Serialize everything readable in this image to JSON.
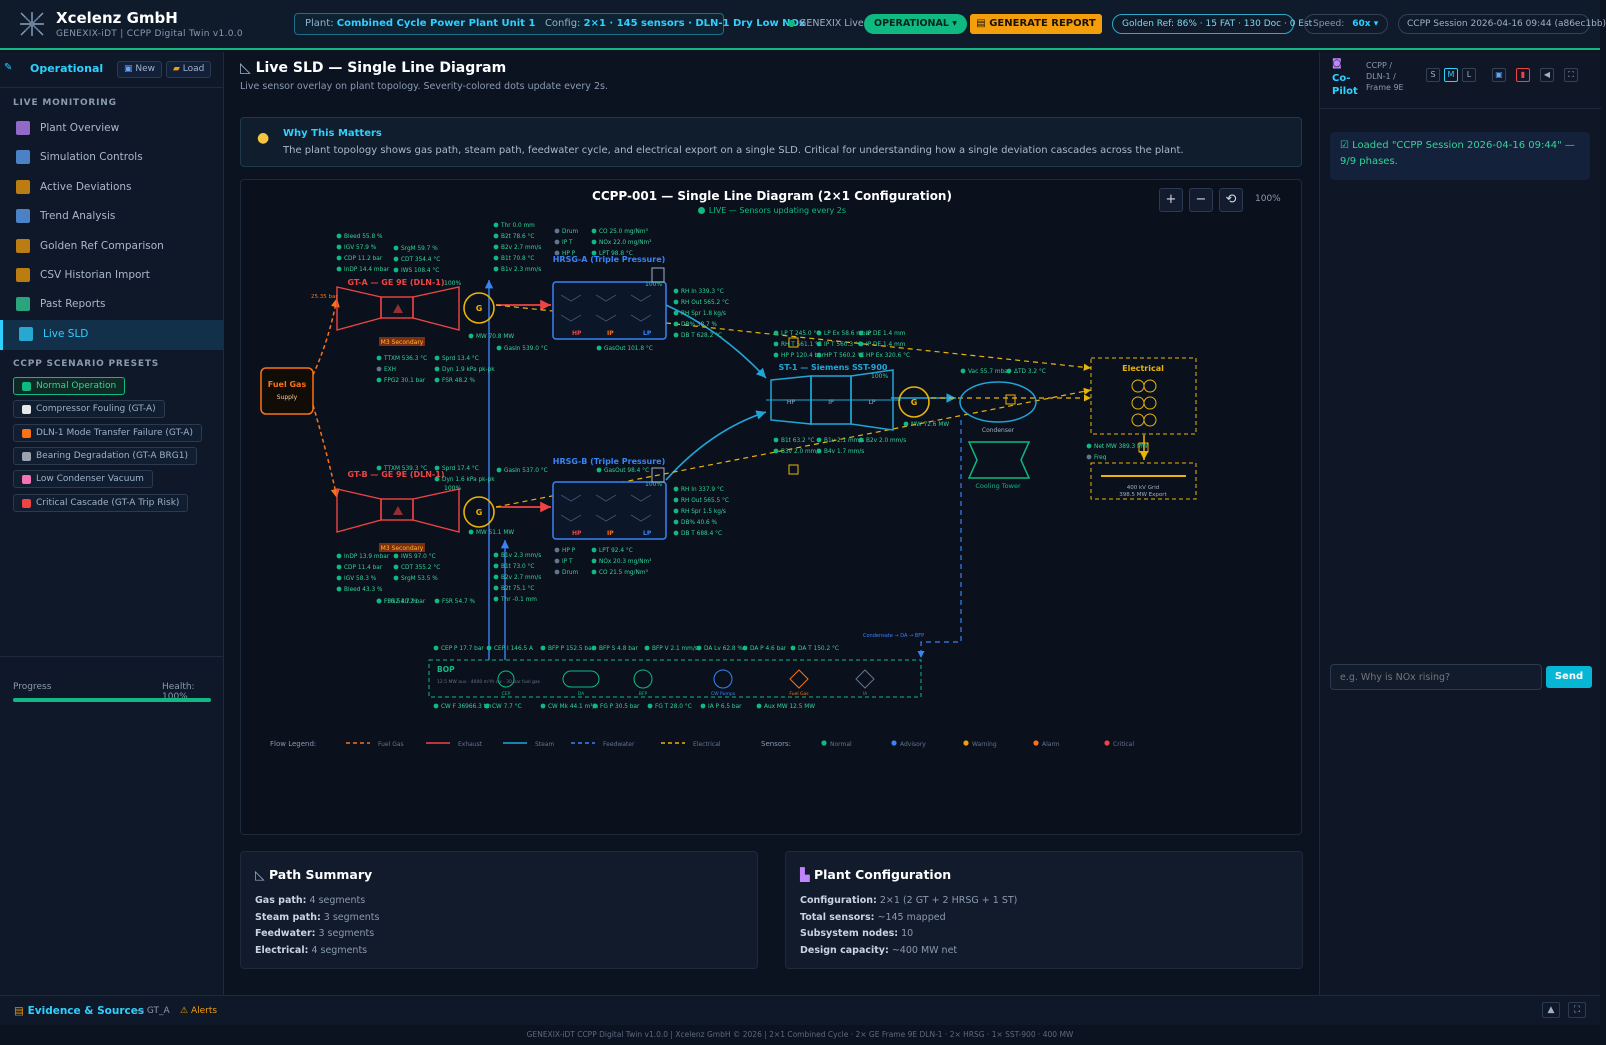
{
  "header": {
    "title": "Xcelenz GmbH",
    "subtitle": "GENEXIX-iDT | CCPP Digital Twin v1.0.0",
    "plant_label": "Plant:",
    "plant_value": "Combined Cycle Power Plant Unit 1",
    "config_label": "Config:",
    "config_value": "2×1 · 145 sensors · DLN-1 Dry Low NOx",
    "live_label": "GENEXIX Live",
    "status_badge": "OPERATIONAL ▾",
    "generate_report": "GENERATE REPORT",
    "golden_ref": "Golden Ref: 86% · 15 FAT · 130 Doc · 0 Est",
    "speed_label": "Speed:",
    "speed_value": "60x ▾",
    "session": "CCPP Session 2026-04-16 09:44 (a86ec1bb)"
  },
  "sidebar": {
    "mode": "Operational",
    "new_label": "New",
    "load_label": "Load",
    "live_section": "LIVE MONITORING",
    "items": [
      {
        "label": "Plant Overview",
        "icon": "factory-icon",
        "color": "#c084fc"
      },
      {
        "label": "Simulation Controls",
        "icon": "grid-icon",
        "color": "#60a5fa"
      },
      {
        "label": "Active Deviations",
        "icon": "warning-icon",
        "color": "#f59e0b"
      },
      {
        "label": "Trend Analysis",
        "icon": "trend-icon",
        "color": "#60a5fa"
      },
      {
        "label": "Golden Ref Comparison",
        "icon": "scale-icon",
        "color": "#f59e0b"
      },
      {
        "label": "CSV Historian Import",
        "icon": "folder-icon",
        "color": "#f59e0b"
      },
      {
        "label": "Past Reports",
        "icon": "report-icon",
        "color": "#34d399"
      },
      {
        "label": "Live SLD",
        "icon": "triangle-ruler-icon",
        "color": "#2fd0ff"
      }
    ],
    "presets_section": "CCPP SCENARIO PRESETS",
    "presets": [
      {
        "label": "Normal Operation",
        "color": "#10b981"
      },
      {
        "label": "Compressor Fouling (GT-A)",
        "color": "#e5e7eb"
      },
      {
        "label": "DLN-1 Mode Transfer Failure (GT-A)",
        "color": "#f97316"
      },
      {
        "label": "Bearing Degradation (GT-A BRG1)",
        "color": "#9ca3af"
      },
      {
        "label": "Low Condenser Vacuum",
        "color": "#f472b6"
      },
      {
        "label": "Critical Cascade (GT-A Trip Risk)",
        "color": "#ef4444"
      }
    ],
    "progress_label": "Progress",
    "health_label": "Health: 100%"
  },
  "main": {
    "title": "Live SLD — Single Line Diagram",
    "subtitle": "Live sensor overlay on plant topology. Severity-colored dots update every 2s.",
    "why_title": "Why This Matters",
    "why_text": "The plant topology shows gas path, steam path, feedwater cycle, and electrical export on a single SLD. Critical for understanding how a single deviation cascades across the plant.",
    "diagram_title": "CCPP-001 — Single Line Diagram (2×1 Configuration)",
    "diagram_live": "LIVE — Sensors updating every 2s",
    "zoom_in": "+",
    "zoom_out": "−",
    "zoom_reset": "⟲",
    "zoom_level": "100%"
  },
  "diagram": {
    "fuel_gas": "Fuel Gas",
    "fuel_supply": "Supply",
    "gta_label": "GT-A — GE 9E (DLN-1)",
    "gtb_label": "GT-B — GE 9E (DLN-1)",
    "m3": "M3 Secondary",
    "gen": "G",
    "hrsga_label": "HRSG-A (Triple Pressure)",
    "hrsgb_label": "HRSG-B (Triple Pressure)",
    "st_label": "ST-1 — Siemens SST-900",
    "hp": "HP",
    "ip": "IP",
    "lp": "LP",
    "condenser": "Condenser",
    "cooling_tower": "Cooling Tower",
    "electrical": "Electrical",
    "grid1": "400 kV Grid",
    "grid2": "398.5 MW Export",
    "bop": "BOP",
    "pct100": "100%",
    "gta_top": [
      "Bleed 55.8 %",
      "IGV 57.9 %",
      "CDP 11.2 bar",
      "InDP 14.4 mbar"
    ],
    "gta_top2": [
      "SrgM 59.7 %",
      "CDT 354.4 °C",
      "IWS 108.4 °C"
    ],
    "gta_bottom": [
      "TTXM 536.3 °C",
      "EXH",
      "FPG2 30.1 bar"
    ],
    "gta_bottom2": [
      "Sprd 13.4 °C",
      "Dyn 1.9 kPa pk-pk",
      "FSR 48.2 %"
    ],
    "gta_mw": "MW 70.8 MW",
    "gtb_top": [
      "TTXM 539.3 °C"
    ],
    "gtb_top2": [
      "Sprd 17.4 °C",
      "Dyn 1.6 kPa pk-pk"
    ],
    "gtb_bottom": [
      "InDP 13.9 mbar",
      "CDP 11.4 bar",
      "IGV 58.3 %",
      "Bleed 43.3 %"
    ],
    "gtb_bottom2": [
      "IWS 97.0 °C",
      "CDT 355.2 °C",
      "SrgM 53.5 %"
    ],
    "gtb_bottom3": [
      "FPG2 30.2 bar",
      "FSR 54.7 %"
    ],
    "gtb_mw": "MW 51.1 MW",
    "hrsga_top": [
      "Thr 0.0 mm",
      "B2t 78.6 °C",
      "B2v 2.7 mm/s",
      "B1t 70.8 °C",
      "B1v 2.3 mm/s"
    ],
    "hrsga_drum": [
      "Drum",
      "IP T",
      "HP P"
    ],
    "hrsga_em": [
      "CO 25.0 mg/Nm³",
      "NOx 22.0 mg/Nm³",
      "LPT 98.8 °C"
    ],
    "hrsga_right": [
      "RH In 339.3 °C",
      "RH Out 565.2 °C",
      "RH Spr 1.8 kg/s",
      "DB% 38.7 %",
      "DB T 628.2 °C"
    ],
    "hrsga_gasin": "GasIn 539.0 °C",
    "hrsga_gasout": "GasOut 101.8 °C",
    "hrsgb_gasin": "GasIn 537.0 °C",
    "hrsgb_gasout": "GasOut 98.4 °C",
    "hrsgb_right": [
      "RH In 337.9 °C",
      "RH Out 565.5 °C",
      "RH Spr 1.5 kg/s",
      "DB% 40.6 %",
      "DB T 688.4 °C"
    ],
    "hrsgb_drum": [
      "HP P",
      "IP T",
      "Drum"
    ],
    "hrsgb_em": [
      "LPT 92.4 °C",
      "NOx 20.3 mg/Nm³",
      "CO 21.5 mg/Nm³"
    ],
    "hrsgb_bot": [
      "B1v 2.3 mm/s",
      "B1t 73.0 °C",
      "B2v 2.7 mm/s",
      "B2t 75.1 °C",
      "Thr -0.1 mm"
    ],
    "st_top": [
      "LP T 245.0 °C",
      "RH T 561.1 °C",
      "HP P 120.4 bar"
    ],
    "st_top2": [
      "LP Ex 58.6 mbar",
      "IP T 560.3 °C",
      "HP T 560.2 °C"
    ],
    "st_top3": [
      "IP DE 1.4 mm",
      "HP Ex 320.6 °C"
    ],
    "st_bot": [
      "B1t 63.2 °C",
      "B3v 2.0 mm/s"
    ],
    "st_bot2": [
      "B1v 2.1 mm/s",
      "B4v 1.7 mm/s"
    ],
    "st_bot3": [
      "B2v 2.0 mm/s"
    ],
    "st_mw": "MW 72.6 MW",
    "cond": [
      "Vac 55.7 mbar",
      "ΔTD 3.2 °C"
    ],
    "elec": [
      "Net MW 389.3 MW",
      "Freq"
    ],
    "bop_top": [
      "CEP P 17.7 bar",
      "CEP I 146.5 A",
      "BFP P 152.5 bar",
      "BFP S 4.8 bar",
      "BFP V 2.1 mm/s",
      "DA Lv 62.8 %",
      "DA P 4.6 bar",
      "DA T 150.2 °C"
    ],
    "bop_bot": [
      "CW F 36966.3 t/h",
      "CW 7.7 °C",
      "CW Mk 44.1 m³/h",
      "FG P 30.5 bar",
      "FG T 28.0 °C",
      "IA P 6.5 bar",
      "Aux MW 12.5 MW"
    ],
    "bop_eq": [
      "CEP",
      "DA",
      "BFP",
      "CW Pumps",
      "Fuel Gas",
      "IA"
    ],
    "bop_aux": "12.5 MW aux · 4000 m³/h cw · 30 bar fuel gas",
    "cond_flow": "Condensate → DA → BFP",
    "exh_a": "25.35 bar",
    "legend_title": "Flow Legend:",
    "legend": [
      {
        "label": "Fuel Gas",
        "color": "#f97316",
        "dash": true
      },
      {
        "label": "Exhaust",
        "color": "#ef4444",
        "dash": false
      },
      {
        "label": "Steam",
        "color": "#22a5d6",
        "dash": false
      },
      {
        "label": "Feedwater",
        "color": "#3b82f6",
        "dash": true
      },
      {
        "label": "Electrical",
        "color": "#eab308",
        "dash": true
      }
    ],
    "sensors_title": "Sensors:",
    "sensors": [
      {
        "label": "Normal",
        "color": "#10b981"
      },
      {
        "label": "Advisory",
        "color": "#3b82f6"
      },
      {
        "label": "Warning",
        "color": "#f59e0b"
      },
      {
        "label": "Alarm",
        "color": "#f97316"
      },
      {
        "label": "Critical",
        "color": "#ef4444"
      }
    ]
  },
  "path_summary": {
    "title": "Path Summary",
    "rows": [
      {
        "k": "Gas path:",
        "v": "4 segments"
      },
      {
        "k": "Steam path:",
        "v": "3 segments"
      },
      {
        "k": "Feedwater:",
        "v": "3 segments"
      },
      {
        "k": "Electrical:",
        "v": "4 segments"
      }
    ]
  },
  "plant_config": {
    "title": "Plant Configuration",
    "rows": [
      {
        "k": "Configuration:",
        "v": "2×1 (2 GT + 2 HRSG + 1 ST)"
      },
      {
        "k": "Total sensors:",
        "v": "~145 mapped"
      },
      {
        "k": "Subsystem nodes:",
        "v": "10"
      },
      {
        "k": "Design capacity:",
        "v": "~400 MW net"
      }
    ]
  },
  "copilot": {
    "title_1": "Co-",
    "title_2": "Pilot",
    "path": "CCPP /\nDLN-1 /\nFrame 9E",
    "sizes": [
      "S",
      "M",
      "L"
    ],
    "message": "Loaded \"CCPP Session 2026-04-16 09:44\" — 9/9 phases.",
    "input_placeholder": "e.g. Why is NOx rising?",
    "send_label": "Send"
  },
  "bottombar": {
    "title": "Evidence & Sources",
    "gt": "— GT_A",
    "alerts": "Alerts"
  },
  "footer": "GENEXIX-iDT CCPP Digital Twin v1.0.0 | Xcelenz GmbH © 2026 | 2×1 Combined Cycle · 2× GE Frame 9E DLN-1 · 2× HRSG · 1× SST-900 · 400 MW"
}
